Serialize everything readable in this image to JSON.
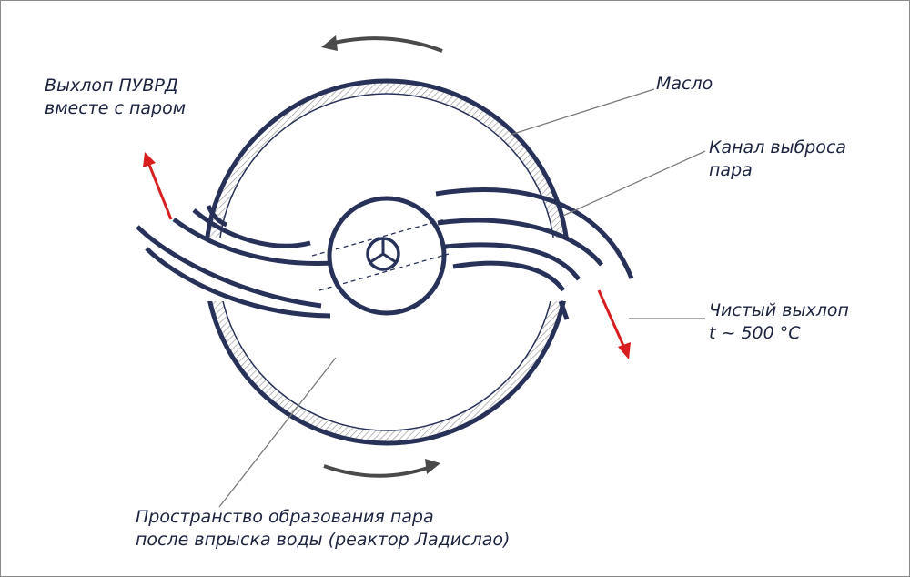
{
  "labels": {
    "exhaust_steam": [
      "Выхлоп ПУВРД",
      "вместе с паром"
    ],
    "oil": "Масло",
    "steam_channel": [
      "Канал выброса",
      "пара"
    ],
    "clean_exhaust": [
      "Чистый выхлоп",
      "t ~ 500 °C"
    ],
    "steam_space": [
      "Пространство образования пара",
      "после впрыска воды (реактор Ладислао)"
    ]
  },
  "colors": {
    "outline": "#283158",
    "hatch": "#9a9a9a",
    "arrow_red": "#d81f1f",
    "rotation_arrow": "#4a4a4a",
    "leader": "#7a7a7a",
    "text": "#1d2440"
  }
}
